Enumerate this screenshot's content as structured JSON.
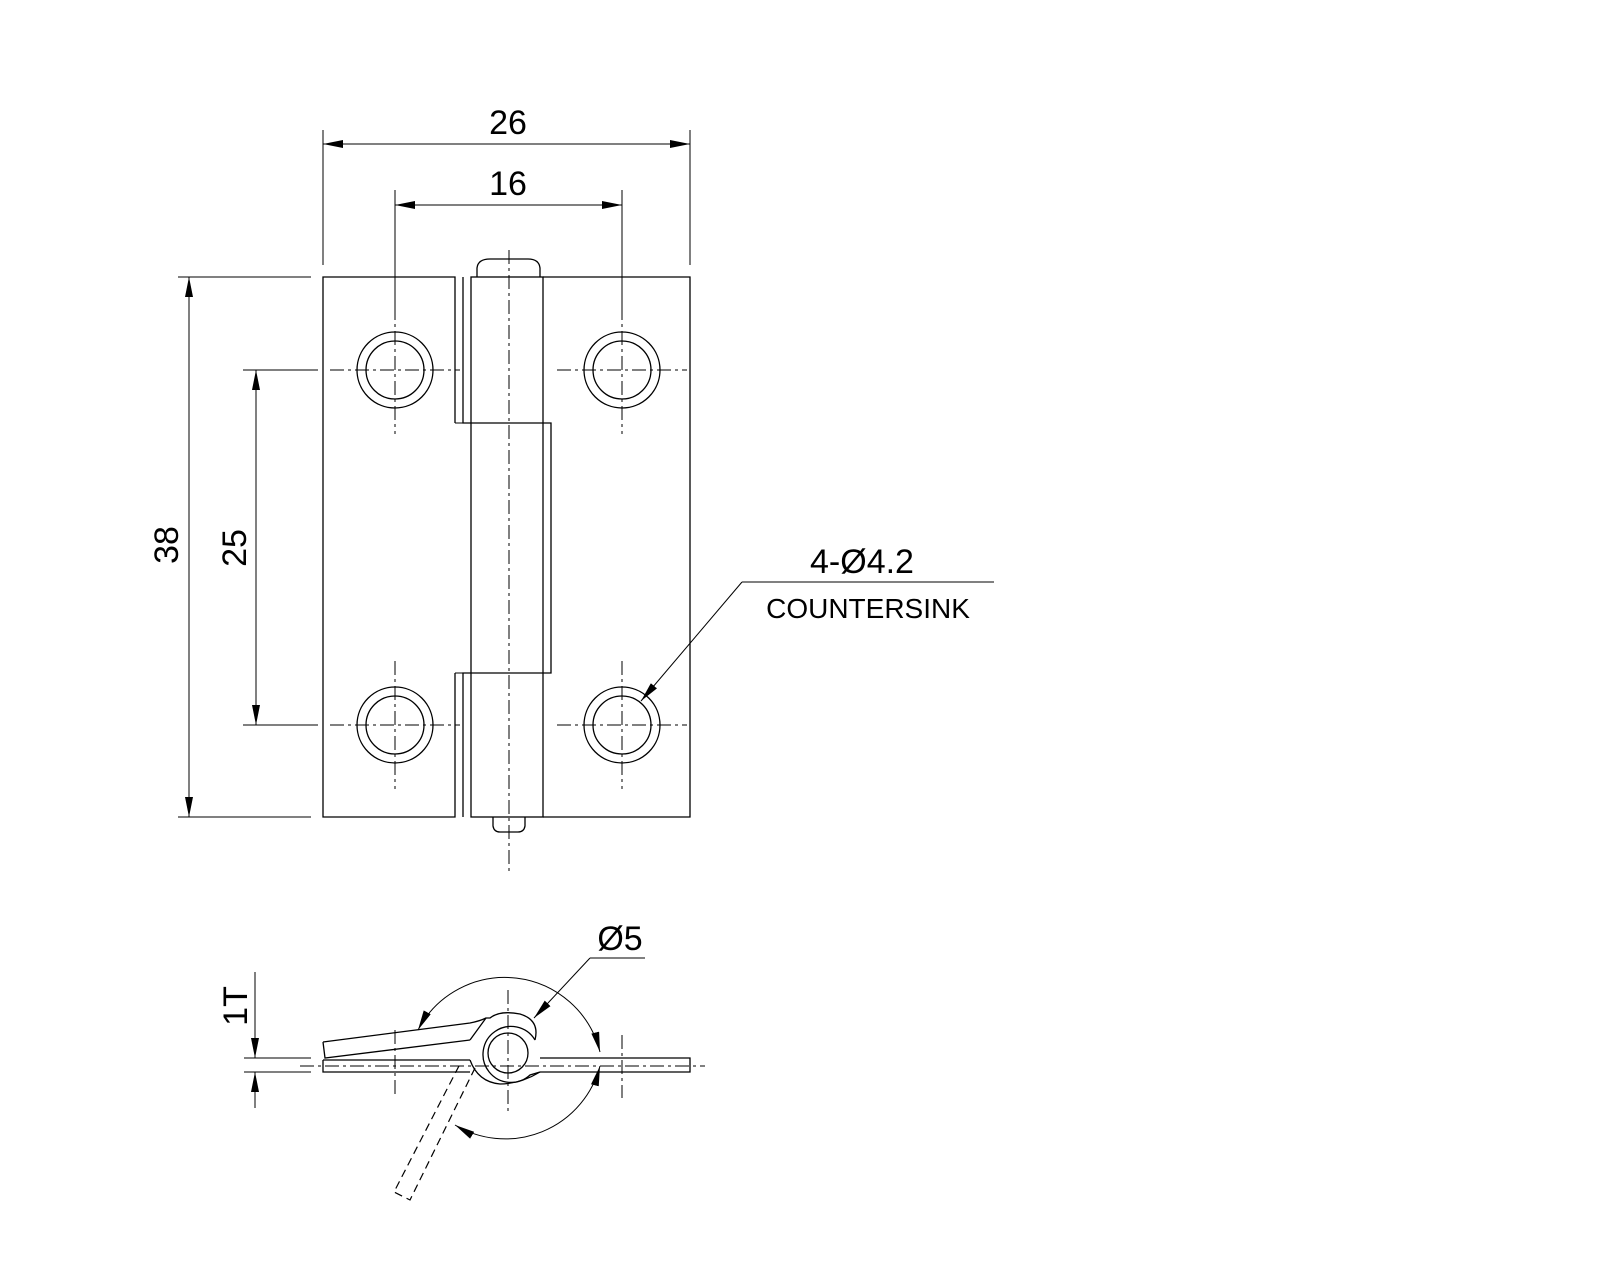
{
  "dimensions": {
    "overall_width": "26",
    "hole_spacing_horizontal": "16",
    "overall_height": "38",
    "hole_spacing_vertical": "25",
    "thickness": "1T",
    "pin_diameter": "Ø5"
  },
  "callout": {
    "holes": "4-Ø4.2",
    "hole_type": "COUNTERSINK"
  }
}
